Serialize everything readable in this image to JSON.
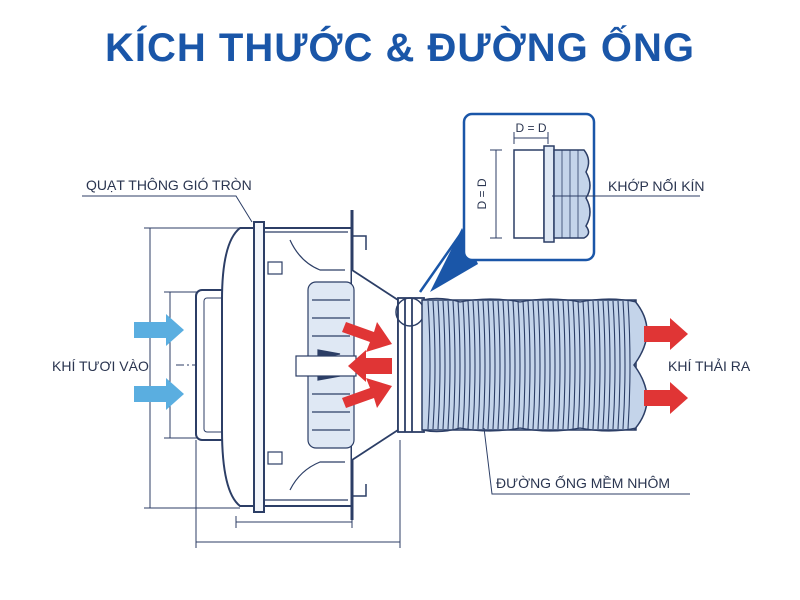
{
  "title": "KÍCH THƯỚC & ĐƯỜNG ỐNG",
  "labels": {
    "fan": "QUẠT THÔNG GIÓ TRÒN",
    "fresh_air_in": "KHÍ TƯƠI VÀO",
    "exhaust_out": "KHÍ THẢI RA",
    "seal_joint": "KHỚP NỐI KÍN",
    "flex_duct": "ĐƯỜNG ỐNG MỀM NHÔM",
    "dim_horizontal": "D = D",
    "dim_vertical": "D = D"
  },
  "colors": {
    "title": "#1a56a8",
    "line": "#2c3e66",
    "inlet_arrow": "#5aaee0",
    "outlet_arrow": "#e03535"
  }
}
